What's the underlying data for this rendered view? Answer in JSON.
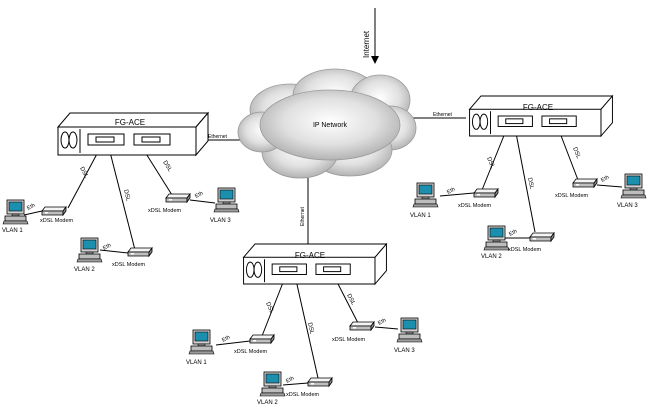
{
  "network": {
    "internet_label": "Internet",
    "cloud_label": "IP Network",
    "ethernet_label": "Ethernet"
  },
  "device": {
    "ace_label": "FG-ACE",
    "modem_label": "xDSL Modem",
    "dsl_label": "DSL",
    "eth_label": "Eth"
  },
  "sites": [
    {
      "name": "left",
      "vlans": [
        "VLAN 1",
        "VLAN 2",
        "VLAN 3"
      ]
    },
    {
      "name": "center",
      "vlans": [
        "VLAN 1",
        "VLAN 2",
        "VLAN 3"
      ]
    },
    {
      "name": "right",
      "vlans": [
        "VLAN 1",
        "VLAN 2",
        "VLAN 3"
      ]
    }
  ]
}
